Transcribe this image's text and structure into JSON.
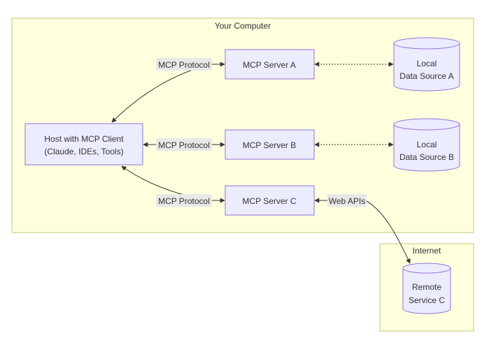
{
  "groups": {
    "computer": "Your Computer",
    "internet": "Internet"
  },
  "nodes": {
    "host": {
      "line1": "Host with MCP Client",
      "line2": "(Claude, IDEs, Tools)"
    },
    "server_a": "MCP Server A",
    "server_b": "MCP Server B",
    "server_c": "MCP Server C",
    "data_a": {
      "line1": "Local",
      "line2": "Data Source A"
    },
    "data_b": {
      "line1": "Local",
      "line2": "Data Source B"
    },
    "remote_c": {
      "line1": "Remote",
      "line2": "Service C"
    }
  },
  "edge_labels": {
    "host_server_a": "MCP Protocol",
    "host_server_b": "MCP Protocol",
    "host_server_c": "MCP Protocol",
    "server_c_remote": "Web APIs"
  },
  "colors": {
    "group_fill": "#ffffde",
    "group_stroke": "#c7c77a",
    "node_fill": "#ececff",
    "node_stroke": "#9370db",
    "edge": "#333333",
    "label_bg": "#e8e8e8"
  }
}
